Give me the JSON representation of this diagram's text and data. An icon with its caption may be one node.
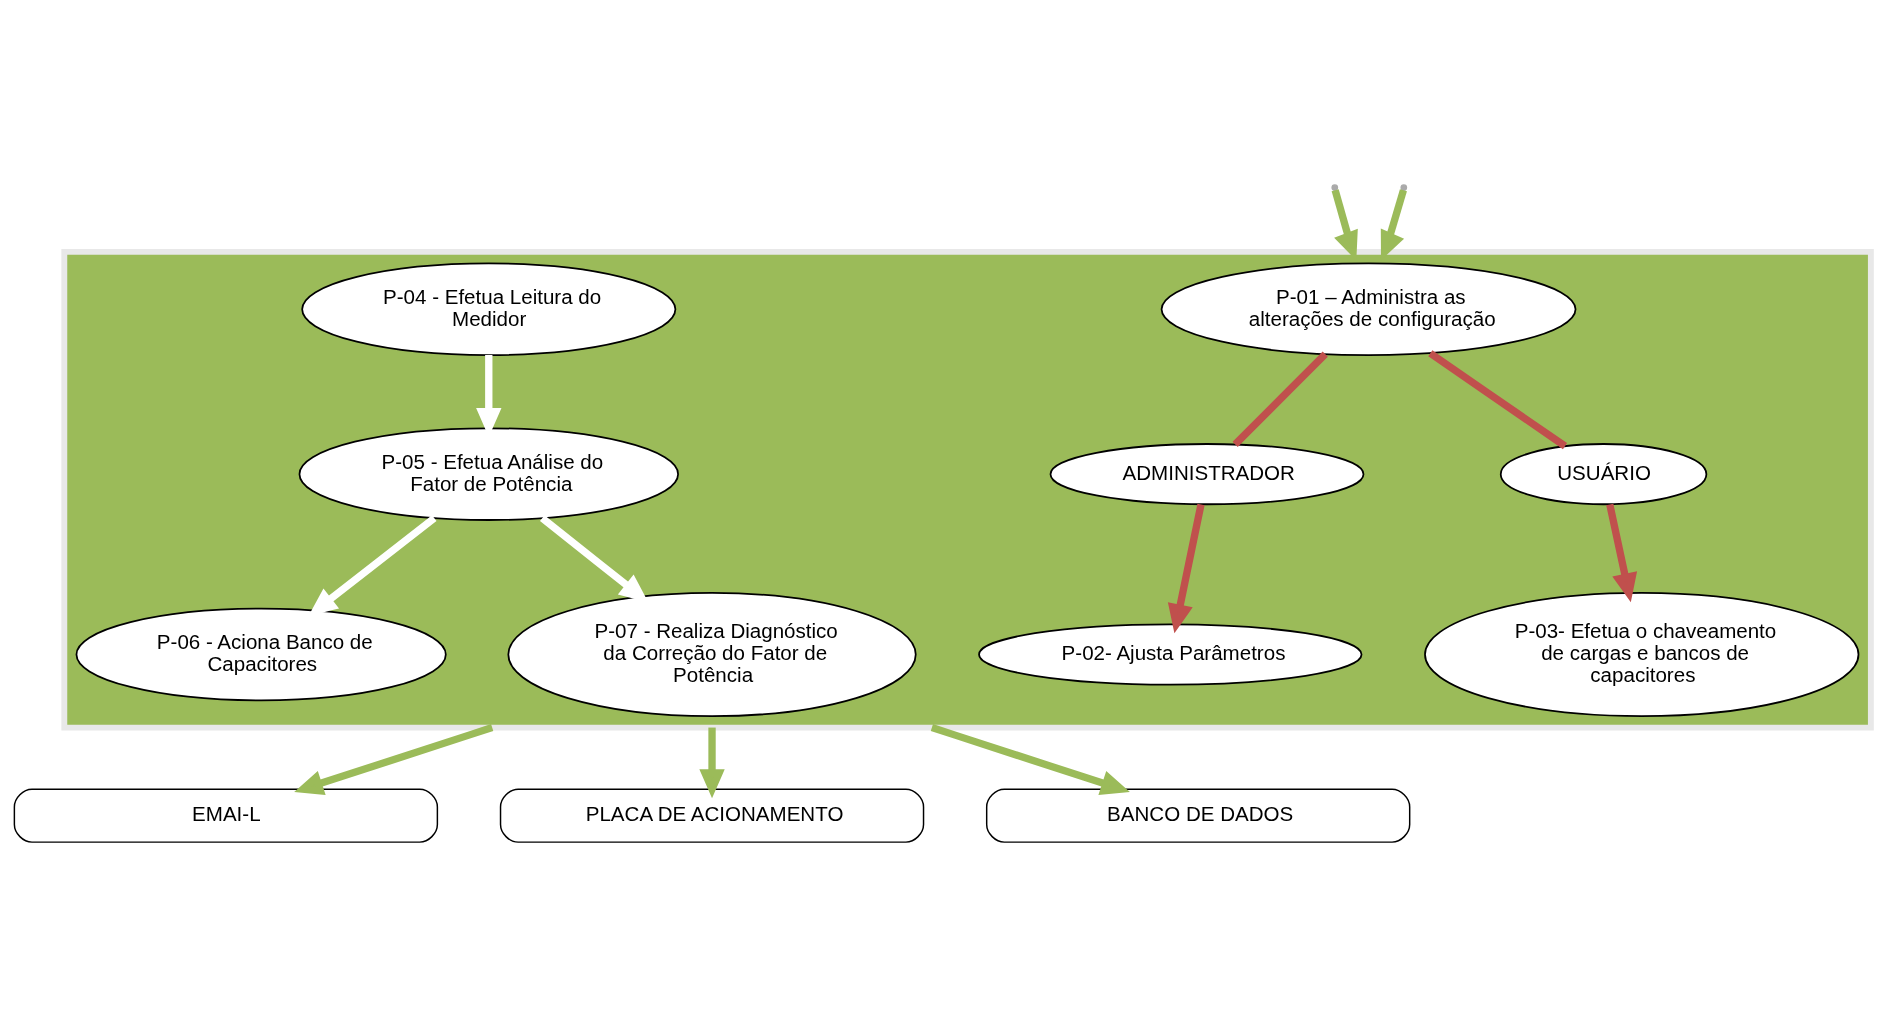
{
  "diagram": {
    "nodes": [
      {
        "text": [],
        "shape": "box"
      },
      {
        "text": [
          "P-01 – Administra as alterações de configuração"
        ],
        "in": 0
      },
      {
        "text": [
          "ADMINISTRADOR"
        ],
        "in": 0
      },
      {
        "text": [
          "USUÁRIO"
        ],
        "in": 0
      },
      {
        "text": [
          "P-02- Ajusta Parâmetros"
        ],
        "in": 0
      },
      {
        "text": [
          "P-03- Efetua o chaveamento de cargas e bancos de capacitores"
        ],
        "in": 0
      },
      {
        "text": [
          "P-06 - Aciona Banco de Capacitores"
        ],
        "in": 0
      },
      {
        "text": [
          "P-04 - Efetua Leitura do Medidor"
        ],
        "in": 0
      },
      {
        "text": [
          "P-05 - Efetua Análise do Fator de Potência"
        ],
        "in": 0
      },
      {
        "text": [
          "P-07 - Realiza Diagnóstico da Correção do Fator de Potência"
        ],
        "in": 0
      },
      {
        "text": [
          "EMAI-L"
        ]
      },
      {
        "text": [
          "PLACA DE ACIONAMENTO"
        ]
      },
      {
        "text": [
          "BANCO DE DADOS"
        ]
      }
    ],
    "edges": [
      {
        "from": null,
        "to": 0,
        "arrow": "to",
        "color": "#9bbb59"
      },
      {
        "from": null,
        "to": 0,
        "arrow": "to",
        "color": "#9bbb59"
      },
      {
        "from": 1,
        "to": 2,
        "arrow": "none",
        "color": "#c0504d"
      },
      {
        "from": 2,
        "to": 4,
        "arrow": "to",
        "color": "#c0504d"
      },
      {
        "from": 1,
        "to": 3,
        "arrow": "none",
        "color": "#c0504d"
      },
      {
        "from": 3,
        "to": 5,
        "arrow": "to",
        "color": "#c0504d"
      },
      {
        "from": 7,
        "to": 8,
        "arrow": "to",
        "color": "#ffffff"
      },
      {
        "from": 8,
        "to": 6,
        "arrow": "to",
        "color": "#ffffff"
      },
      {
        "from": 8,
        "to": 9,
        "arrow": "to",
        "color": "#ffffff"
      },
      {
        "from": 0,
        "to": 10,
        "arrow": "to",
        "color": "#9bbb59"
      },
      {
        "from": 0,
        "to": 11,
        "arrow": "to",
        "color": "#9bbb59"
      },
      {
        "from": 0,
        "to": 12,
        "arrow": "to",
        "color": "#9bbb59"
      }
    ]
  }
}
